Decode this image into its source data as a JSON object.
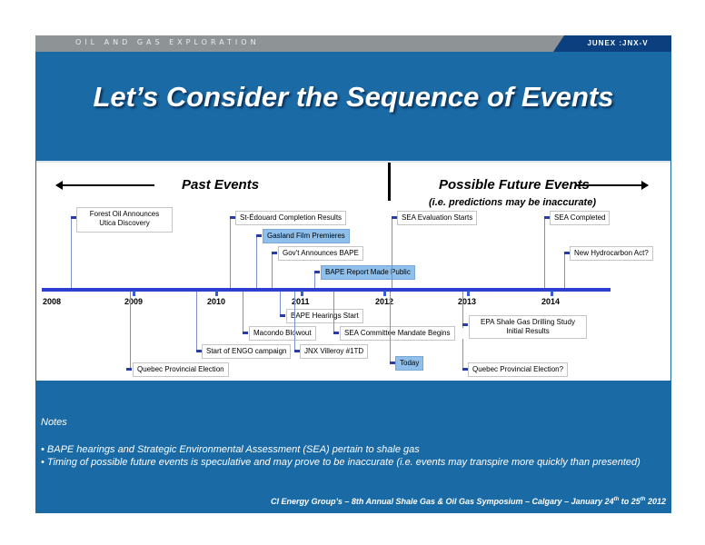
{
  "header": {
    "left_text": "OIL AND GAS EXPLORATION",
    "right_text": "JUNEX :JNX-V"
  },
  "title": "Let’s Consider the Sequence of Events",
  "timeline": {
    "past_label": "Past Events",
    "future_label": "Possible Future Events",
    "future_sub": "(i.e. predictions may be inaccurate)",
    "years": [
      "2008",
      "2009",
      "2010",
      "2011",
      "2012",
      "2013",
      "2014"
    ],
    "events_above": [
      {
        "label": "Forest Oil Announces Utica Discovery",
        "highlight": false
      },
      {
        "label": "St-Édouard Completion Results",
        "highlight": false
      },
      {
        "label": "Gasland Film Premieres",
        "highlight": true
      },
      {
        "label": "Gov't Announces BAPE",
        "highlight": false
      },
      {
        "label": "BAPE Report Made Public",
        "highlight": true
      },
      {
        "label": "SEA Evaluation Starts",
        "highlight": false
      },
      {
        "label": "SEA Completed",
        "highlight": false
      },
      {
        "label": "New Hydrocarbon Act?",
        "highlight": false
      }
    ],
    "events_below": [
      {
        "label": "BAPE Hearings Start",
        "highlight": false
      },
      {
        "label": "Macondo Blowout",
        "highlight": false
      },
      {
        "label": "SEA Committee Mandate Begins",
        "highlight": false
      },
      {
        "label": "EPA Shale Gas Drilling Study Initial Results",
        "highlight": false
      },
      {
        "label": "Start of ENGO campaign",
        "highlight": false
      },
      {
        "label": "JNX Villeroy #1TD",
        "highlight": false
      },
      {
        "label": "Today",
        "highlight": true
      },
      {
        "label": "Quebec Provincial Election",
        "highlight": false
      },
      {
        "label": "Quebec Provincial Election?",
        "highlight": false
      }
    ]
  },
  "notes": {
    "heading": "Notes",
    "items": [
      "• BAPE hearings and Strategic Environmental Assessment (SEA) pertain to shale gas",
      "• Timing of possible future events is speculative and may prove to be inaccurate (i.e. events may transpire more quickly than presented)"
    ]
  },
  "footer": {
    "text": "CI Energy Group’s – 8th Annual Shale Gas & Oil Gas Symposium – Calgary – January 24",
    "sup1": "th",
    "mid": " to 25",
    "sup2": "th",
    "end": " 2012"
  },
  "colors": {
    "background_blue": "#1a6aa6",
    "header_gray": "#8e9496",
    "header_navy": "#0c3f7e",
    "highlight_box": "#8fc0ec",
    "axis_blue": "#2c3fd0"
  }
}
